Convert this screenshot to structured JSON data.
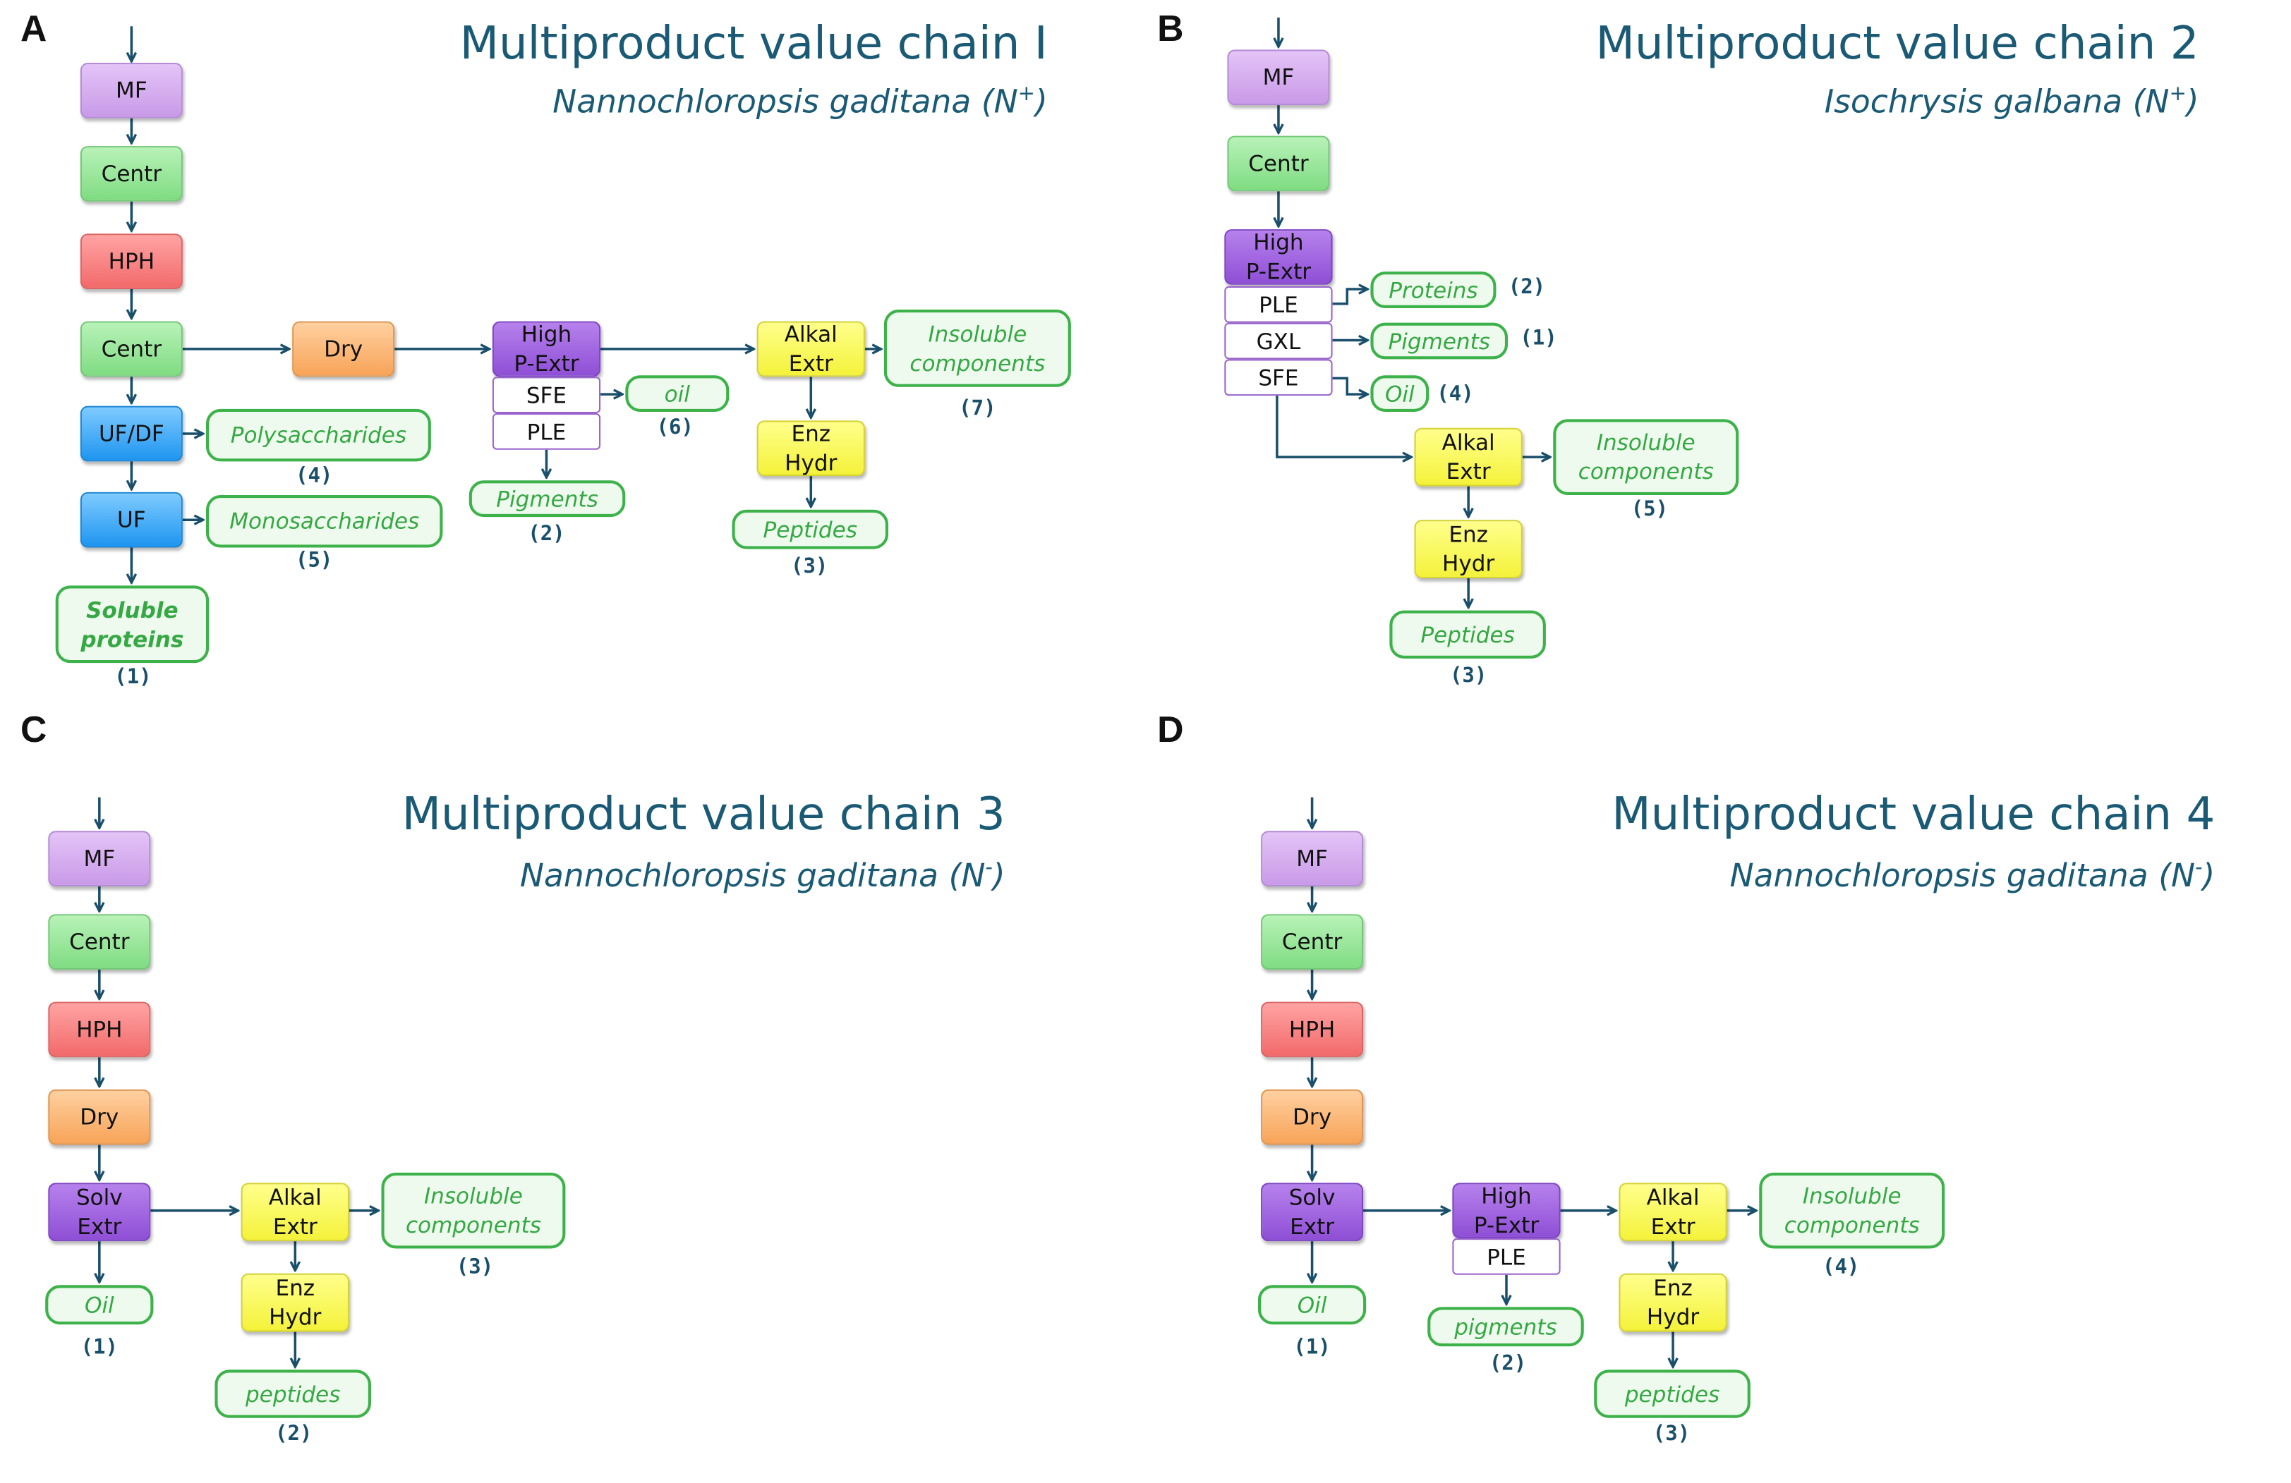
{
  "panels": [
    {
      "letter": "A",
      "title": "Multiproduct value chain I",
      "species": "Nannochloropsis gaditana (N",
      "sup": "+",
      "tail": ")",
      "nodes": [
        {
          "id": "MF",
          "label": "MF",
          "kind": "mf"
        },
        {
          "id": "Centr1",
          "label": "Centr",
          "kind": "centr"
        },
        {
          "id": "HPH",
          "label": "HPH",
          "kind": "hph"
        },
        {
          "id": "Centr2",
          "label": "Centr",
          "kind": "centr"
        },
        {
          "id": "UFDF",
          "label": "UF/DF",
          "kind": "ufdf"
        },
        {
          "id": "UF",
          "label": "UF",
          "kind": "ufdf"
        },
        {
          "id": "Dry",
          "label": "Dry",
          "kind": "dry"
        },
        {
          "id": "HPExtr",
          "label": "High\nP-Extr",
          "kind": "extr"
        },
        {
          "id": "SFE",
          "label": "SFE",
          "kind": "sub"
        },
        {
          "id": "PLE",
          "label": "PLE",
          "kind": "sub"
        },
        {
          "id": "Alkal",
          "label": "Alkal\nExtr",
          "kind": "alk"
        },
        {
          "id": "Enz",
          "label": "Enz\nHydr",
          "kind": "alk"
        }
      ],
      "products": [
        {
          "label": "Soluble\nproteins",
          "num": "(1)",
          "bold": true
        },
        {
          "label": "Polysaccharides",
          "num": "(4)"
        },
        {
          "label": "Monosaccharides",
          "num": "(5)"
        },
        {
          "label": "oil",
          "num": "(6)"
        },
        {
          "label": "Pigments",
          "num": "(2)"
        },
        {
          "label": "Insoluble\ncomponents",
          "num": "(7)"
        },
        {
          "label": "Peptides",
          "num": "(3)"
        }
      ]
    },
    {
      "letter": "B",
      "title": "Multiproduct value chain 2",
      "species": "Isochrysis galbana (N",
      "sup": "+",
      "tail": ")",
      "nodes": [
        {
          "id": "MF",
          "label": "MF",
          "kind": "mf"
        },
        {
          "id": "Centr",
          "label": "Centr",
          "kind": "centr"
        },
        {
          "id": "HPExtr",
          "label": "High\nP-Extr",
          "kind": "extr"
        },
        {
          "id": "PLE",
          "label": "PLE",
          "kind": "sub"
        },
        {
          "id": "GXL",
          "label": "GXL",
          "kind": "sub"
        },
        {
          "id": "SFE",
          "label": "SFE",
          "kind": "sub"
        },
        {
          "id": "Alkal",
          "label": "Alkal\nExtr",
          "kind": "alk"
        },
        {
          "id": "Enz",
          "label": "Enz\nHydr",
          "kind": "alk"
        }
      ],
      "products": [
        {
          "label": "Proteins",
          "num": "(2)"
        },
        {
          "label": "Pigments",
          "num": "(1)"
        },
        {
          "label": "Oil",
          "num": "(4)"
        },
        {
          "label": "Insoluble\ncomponents",
          "num": "(5)"
        },
        {
          "label": "Peptides",
          "num": "(3)"
        }
      ]
    },
    {
      "letter": "C",
      "title": "Multiproduct value chain 3",
      "species": "Nannochloropsis gaditana (N",
      "sup": "-",
      "tail": ")",
      "nodes": [
        {
          "id": "MF",
          "label": "MF",
          "kind": "mf"
        },
        {
          "id": "Centr",
          "label": "Centr",
          "kind": "centr"
        },
        {
          "id": "HPH",
          "label": "HPH",
          "kind": "hph"
        },
        {
          "id": "Dry",
          "label": "Dry",
          "kind": "dry"
        },
        {
          "id": "Solv",
          "label": "Solv\nExtr",
          "kind": "extr"
        },
        {
          "id": "Alkal",
          "label": "Alkal\nExtr",
          "kind": "alk"
        },
        {
          "id": "Enz",
          "label": "Enz\nHydr",
          "kind": "alk"
        }
      ],
      "products": [
        {
          "label": "Oil",
          "num": "(1)"
        },
        {
          "label": "Insoluble\ncomponents",
          "num": "(3)"
        },
        {
          "label": "peptides",
          "num": "(2)"
        }
      ]
    },
    {
      "letter": "D",
      "title": "Multiproduct value chain 4",
      "species": "Nannochloropsis gaditana (N",
      "sup": "-",
      "tail": ")",
      "nodes": [
        {
          "id": "MF",
          "label": "MF",
          "kind": "mf"
        },
        {
          "id": "Centr",
          "label": "Centr",
          "kind": "centr"
        },
        {
          "id": "HPH",
          "label": "HPH",
          "kind": "hph"
        },
        {
          "id": "Dry",
          "label": "Dry",
          "kind": "dry"
        },
        {
          "id": "Solv",
          "label": "Solv\nExtr",
          "kind": "extr"
        },
        {
          "id": "HPExtr",
          "label": "High\nP-Extr",
          "kind": "extr"
        },
        {
          "id": "PLE",
          "label": "PLE",
          "kind": "sub"
        },
        {
          "id": "Alkal",
          "label": "Alkal\nExtr",
          "kind": "alk"
        },
        {
          "id": "Enz",
          "label": "Enz\nHydr",
          "kind": "alk"
        }
      ],
      "products": [
        {
          "label": "Oil",
          "num": "(1)"
        },
        {
          "label": "pigments",
          "num": "(2)"
        },
        {
          "label": "Insoluble\ncomponents",
          "num": "(4)"
        },
        {
          "label": "peptides",
          "num": "(3)"
        }
      ]
    }
  ],
  "colors": {
    "arrow": "#1a4f6b",
    "title": "#1a5a75",
    "product_border": "#3eb24a",
    "product_text": "#35a843",
    "product_fill": "#eefaee"
  }
}
